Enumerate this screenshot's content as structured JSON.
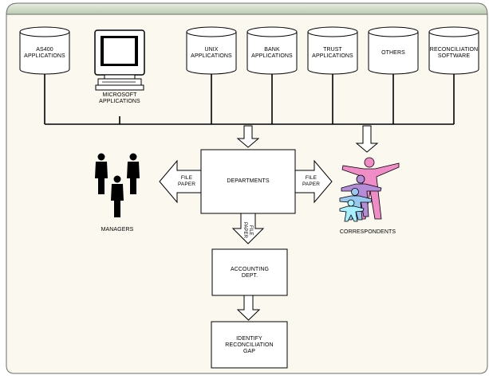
{
  "databases": [
    {
      "id": "as400",
      "label": "AS400\nAPPLICATIONS"
    },
    {
      "id": "unix",
      "label": "UNIX\nAPPLICATIONS"
    },
    {
      "id": "bank",
      "label": "BANK\nAPPLICATIONS"
    },
    {
      "id": "trust",
      "label": "TRUST\nAPPLICATIONS"
    },
    {
      "id": "others",
      "label": "OTHERS"
    },
    {
      "id": "recon",
      "label": "RECONCILIATION\nSOFTWARE"
    }
  ],
  "computer": {
    "label": "MICROSOFT\nAPPLICATIONS",
    "icon": "desktop-computer-icon"
  },
  "departments": {
    "label": "DEPARTMENTS"
  },
  "accounting": {
    "label": "ACCOUNTING\nDEPT."
  },
  "identify": {
    "label": "IDENTIFY\nRECONCILIATION\nGAP"
  },
  "managers": {
    "label": "MANAGERS",
    "icon": "people-silhouette-icon"
  },
  "correspondents": {
    "label": "CORRESPONDENTS",
    "icon": "dancing-people-icon"
  },
  "arrows": {
    "left_label": "FILE\nPAPER",
    "right_label": "FILE\nPAPER",
    "down_label": "FILE\nPAPER"
  },
  "colors": {
    "frame_top": "#cbd7c2",
    "frame_bg": "#fbf9ef",
    "frame_border": "#6e6e6e",
    "figure_pink": "#f08cc6",
    "figure_purple": "#b48cd8",
    "figure_blue": "#98c8f0",
    "figure_cyan": "#a8f0ff"
  }
}
